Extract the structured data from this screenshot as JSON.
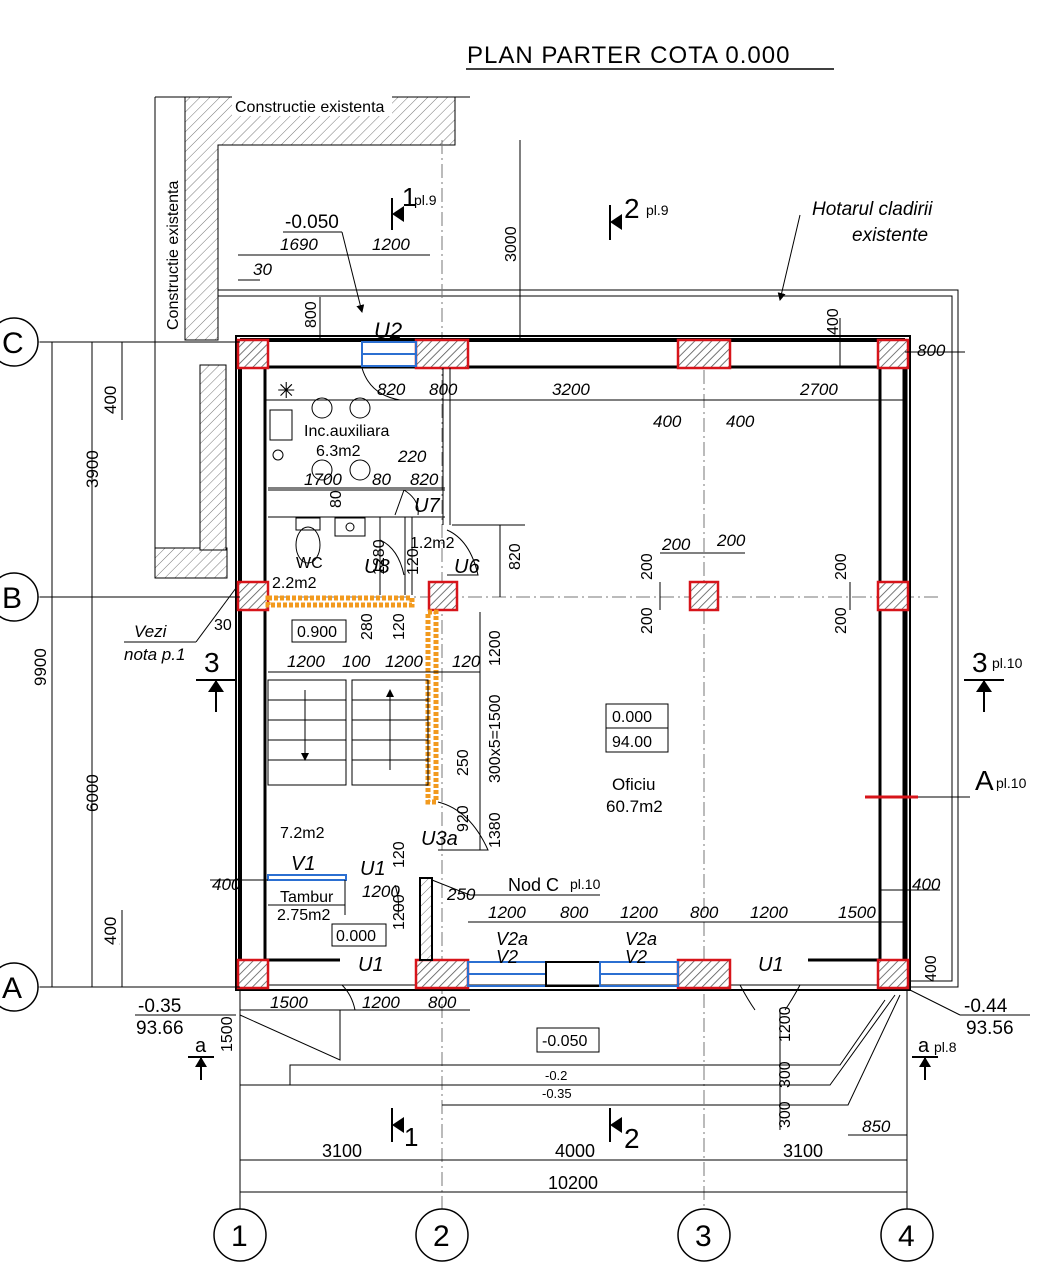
{
  "title": "PLAN PARTER COTA 0.000",
  "labels": {
    "existing_top": "Constructie existenta",
    "existing_side": "Constructie existenta",
    "boundary_1": "Hotarul cladirii",
    "boundary_2": "existente",
    "note_1": "Vezi",
    "note_2": "nota p.1",
    "node": "Nod C",
    "node_ref": "pl.10"
  },
  "levels": {
    "entry_top": "-0.050",
    "mid": "0.900",
    "main": "0.000",
    "main_abs": "94.00",
    "tambur": "0.000",
    "outside": "-0.050",
    "left_rel": "-0.35",
    "left_abs": "93.66",
    "right_rel": "-0.44",
    "right_abs": "93.56",
    "step1": "-0.2",
    "step2": "-0.35"
  },
  "rooms": {
    "aux_name": "Inc.auxiliara",
    "aux_area": "6.3m2",
    "wc_name": "WC",
    "wc_area": "2.2m2",
    "small_area": "1.2m2",
    "stair_area": "7.2m2",
    "tambur_name": "Tambur",
    "tambur_area": "2.75m2",
    "office_name": "Oficiu",
    "office_area": "60.7m2"
  },
  "openings": {
    "u2": "U2",
    "u7": "U7",
    "u8": "U8",
    "u6": "U6",
    "u3a": "U3a",
    "v1": "V1",
    "u1a": "U1",
    "u1b": "U1",
    "u1c": "U1",
    "v2a1": "V2a",
    "v2_1": "V2",
    "v2a2": "V2a",
    "v2_2": "V2"
  },
  "axes": {
    "rows": [
      "C",
      "B",
      "A"
    ],
    "cols": [
      "1",
      "2",
      "3",
      "4"
    ]
  },
  "sections": {
    "s1": "1",
    "s1_ref": "pl.9",
    "s2": "2",
    "s2_ref": "pl.9",
    "s3l": "3",
    "s3r": "3",
    "s3r_ref": "pl.10",
    "sa": "A",
    "sa_ref": "pl.10",
    "sal": "a",
    "sar": "a",
    "sar_ref": "pl.8",
    "b1": "1",
    "b2": "2"
  },
  "dims": {
    "d1690": "1690",
    "d1200_top": "1200",
    "d30_top": "30",
    "d3000": "3000",
    "d800_v_top": "800",
    "d820": "820",
    "d800_a": "800",
    "d3200": "3200",
    "d2700": "2700",
    "d400_a": "400",
    "d400_b": "400",
    "d400_c": "400",
    "d800_r": "800",
    "d220": "220",
    "d1700": "1700",
    "d80_a": "80",
    "d80_b": "80",
    "d820_b": "820",
    "d1280": "1280",
    "d120_a": "120",
    "d820_v": "820",
    "d200_a": "200",
    "d200_b": "200",
    "d200_c": "200",
    "d200_d": "200",
    "d200_e": "200",
    "d200_f": "200",
    "d280": "280",
    "d120_b": "120",
    "d30_b": "30",
    "d1200_s1": "1200",
    "d100": "100",
    "d1200_s2": "1200",
    "d120_s": "120",
    "d1200_v": "1200",
    "d300x5": "300x5=1500",
    "d250_a": "250",
    "d920": "920",
    "d1380": "1380",
    "d120_c": "120",
    "d1200_t": "1200",
    "d1200_tv": "1200",
    "d250_b": "250",
    "d400_l1": "400",
    "d400_l2": "400",
    "d400_r1": "400",
    "d400_r2": "400",
    "d1200_b1": "1200",
    "d800_b1": "800",
    "d1200_b2": "1200",
    "d800_b2": "800",
    "d1200_b3": "1200",
    "d1500_b": "1500",
    "d1500_l": "1500",
    "d1200_l": "1200",
    "d800_l": "800",
    "d1500_vl": "1500",
    "d1200_vr": "1200",
    "d300_a": "300",
    "d300_b": "300",
    "d850": "850",
    "d3100_a": "3100",
    "d4000": "4000",
    "d3100_b": "3100",
    "d10200": "10200",
    "d3900": "3900",
    "d9900": "9900",
    "d6000": "6000",
    "d400_vl1": "400",
    "d400_vl2": "400"
  },
  "colors": {
    "column_outline": "#d7141a",
    "window": "#2b6fd1",
    "partition": "#f29a1e"
  }
}
